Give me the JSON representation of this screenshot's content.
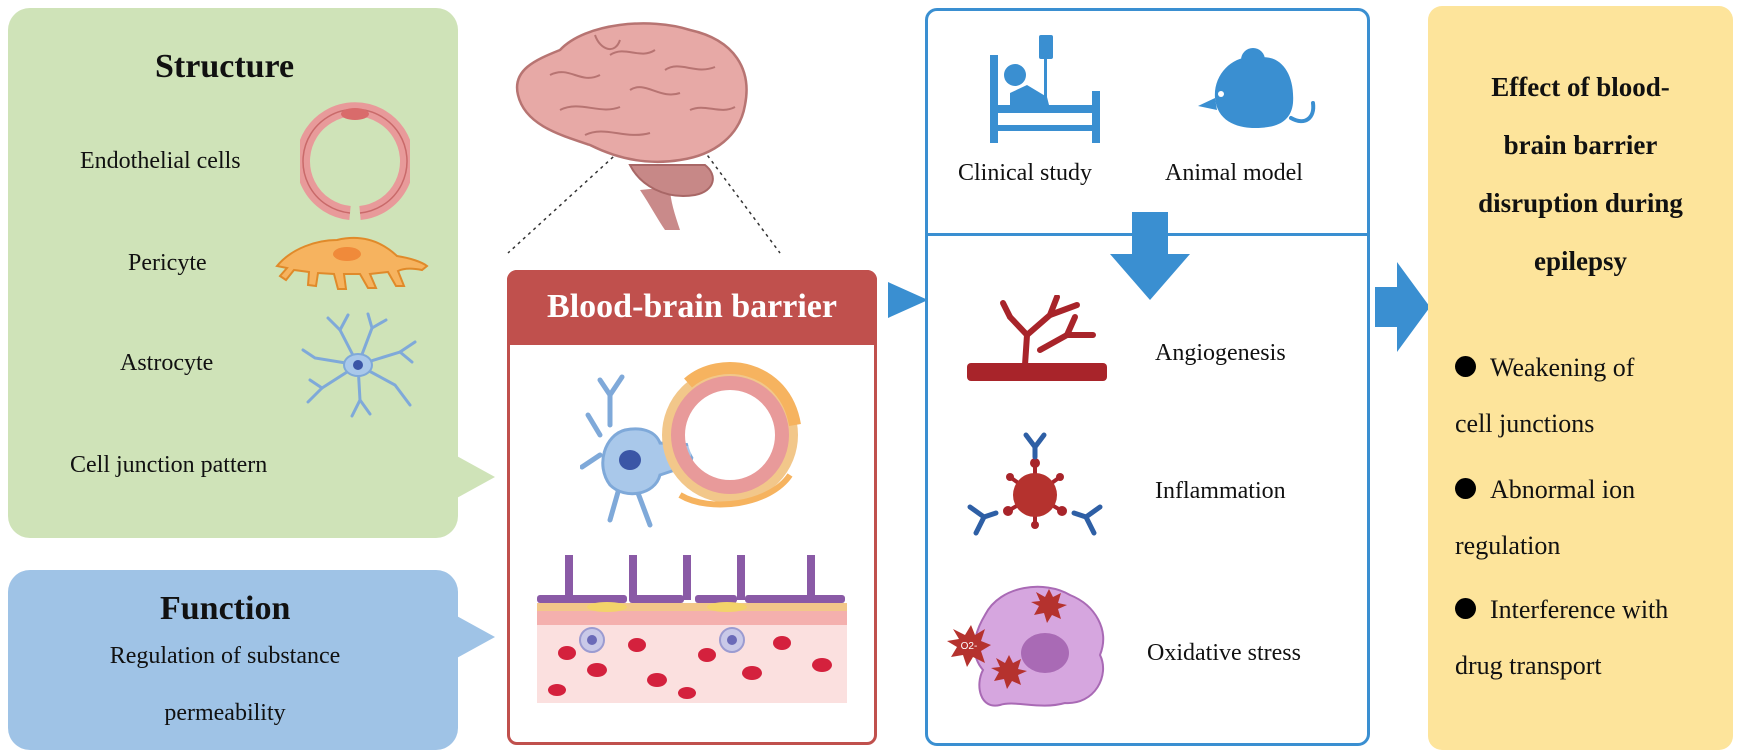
{
  "structure": {
    "title": "Structure",
    "items": [
      "Endothelial cells",
      "Pericyte",
      "Astrocyte",
      "Cell junction pattern"
    ]
  },
  "function": {
    "title": "Function",
    "lines": [
      "Regulation of substance",
      "permeability"
    ]
  },
  "bbb": {
    "title": "Blood-brain barrier"
  },
  "study": {
    "sources": [
      "Clinical study",
      "Animal model"
    ],
    "mechanisms": [
      "Angiogenesis",
      "Inflammation",
      "Oxidative stress"
    ],
    "oxygen_label": "O2-"
  },
  "effect": {
    "title_lines": [
      "Effect of blood-",
      "brain barrier",
      "disruption during",
      "epilepsy"
    ],
    "items": [
      [
        "Weakening of",
        "cell junctions"
      ],
      [
        "Abnormal ion",
        "regulation"
      ],
      [
        "Interference with",
        "drug transport"
      ]
    ]
  },
  "colors": {
    "structure_bg": "#cfe3b8",
    "function_bg": "#9fc3e6",
    "bbb_red": "#c0504d",
    "study_blue": "#3a8fd1",
    "effect_bg": "#fde49b"
  }
}
